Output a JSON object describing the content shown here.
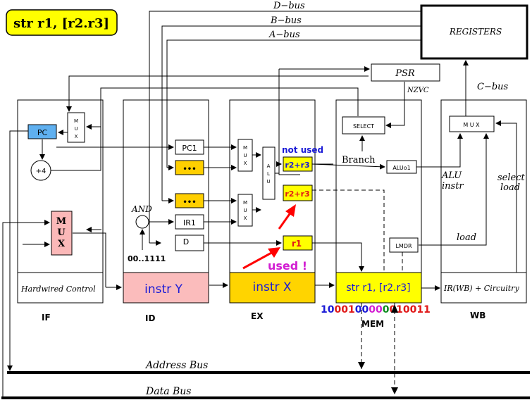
{
  "title_badge": "str r1, [r2.r3]",
  "buses": {
    "d_bus": "D−bus",
    "b_bus": "B−bus",
    "a_bus": "A−bus",
    "c_bus": "C−bus",
    "address_bus": "Address Bus",
    "data_bus": "Data Bus"
  },
  "registers": "REGISTERS",
  "psr": "PSR",
  "nzvc": "NZVC",
  "select": "SELECT",
  "branch": "Branch",
  "aluo1": "ALUo1",
  "lmdr": "LMDR",
  "wb_mux": "M U X",
  "alu_instr": [
    "ALU",
    "instr"
  ],
  "select_load": [
    "select",
    "load"
  ],
  "load": "load",
  "if_stage": {
    "pc": "PC",
    "mux_small": [
      "M",
      "U",
      "X"
    ],
    "plus4": "+4",
    "mux_big": [
      "M",
      "U",
      "X"
    ],
    "hardwired": "Hardwired Control"
  },
  "id_stage": {
    "pc1": "PC1",
    "dots1": "•••",
    "dots2": "•••",
    "and": "AND",
    "ir1": "IR1",
    "d": "D",
    "mask": "00..1111",
    "instr": "instr Y"
  },
  "ex_stage": {
    "mux1": [
      "M",
      "U",
      "X"
    ],
    "mux2": [
      "M",
      "U",
      "X"
    ],
    "alu": [
      "A",
      "L",
      "U"
    ],
    "not_used": "not used",
    "r2r3a": "r2+r3",
    "r2r3b": "r2+r3",
    "r1": "r1",
    "used": "used !",
    "instr": "instr X"
  },
  "mem_stage": {
    "instr": "str r1, [r2.r3]"
  },
  "wb_stage": {
    "instr": "IR(WB) + Circuitry"
  },
  "stage_labels": {
    "if": "IF",
    "id": "ID",
    "ex": "EX",
    "mem": "MEM",
    "wb": "WB"
  },
  "encoding": [
    {
      "text": "10",
      "color": "#1a1ad6"
    },
    {
      "text": "001",
      "color": "#e01818"
    },
    {
      "text": "00",
      "color": "#1a1ad6"
    },
    {
      "text": "00",
      "color": "#d21ed2"
    },
    {
      "text": "0",
      "color": "#0a8c1e"
    },
    {
      "text": "010011",
      "color": "#e01818"
    }
  ],
  "colors": {
    "yellow": "#ffff00",
    "pc_blue": "#5fb0f0",
    "mux_pink": "#fbb8b8",
    "instr_y_bg": "#fbbcbc",
    "instr_x_bg": "#ffd400",
    "dots_bg": "#ffcf00",
    "arrow_red": "#ff0000",
    "text_blue": "#1a1ad6",
    "text_red": "#e01818",
    "text_magenta": "#d21ed2"
  }
}
